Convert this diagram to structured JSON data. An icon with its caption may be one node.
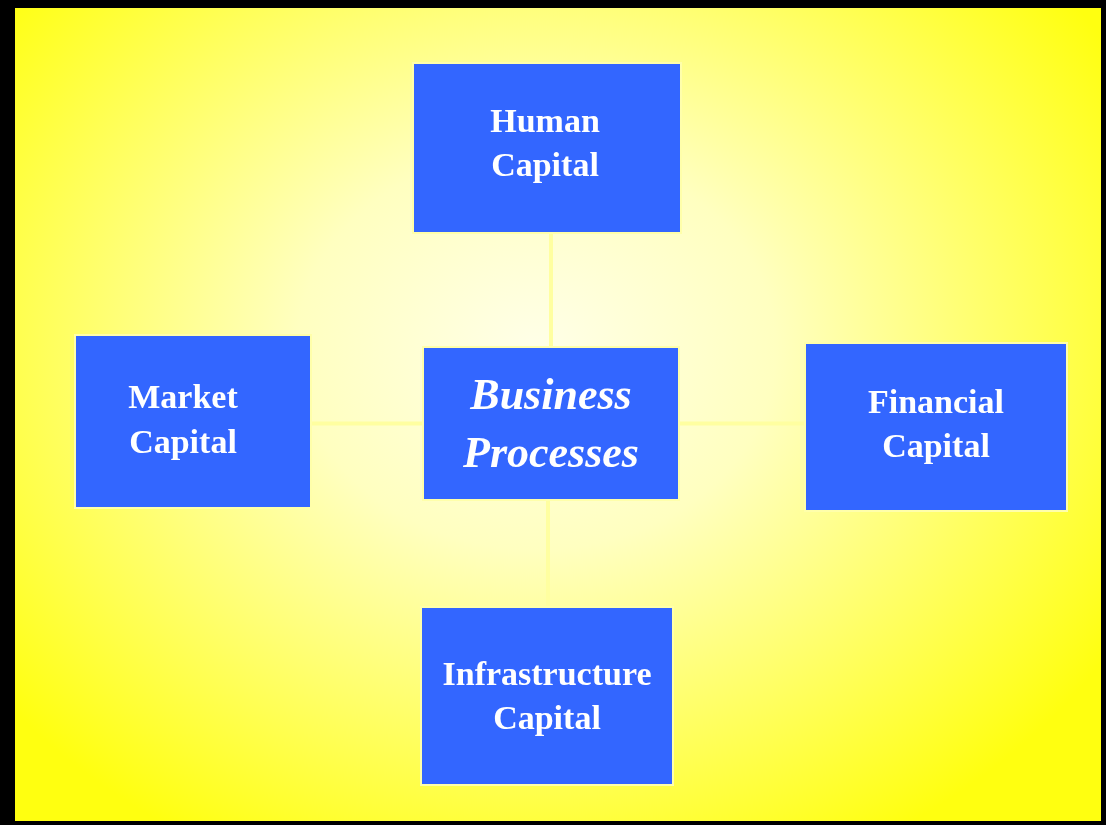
{
  "diagram": {
    "nodes": [
      {
        "text": [
          "Human Capital"
        ]
      },
      {
        "text": [
          "Market Capital"
        ]
      },
      {
        "text": [
          "Business Processes"
        ]
      },
      {
        "text": [
          "Financial Capital"
        ]
      },
      {
        "text": [
          "Infrastructure Capital"
        ]
      }
    ],
    "edges": [
      {
        "from": 2,
        "to": 0,
        "arrow": "none"
      },
      {
        "from": 2,
        "to": 1,
        "arrow": "none"
      },
      {
        "from": 2,
        "to": 3,
        "arrow": "none"
      },
      {
        "from": 2,
        "to": 4,
        "arrow": "none"
      }
    ]
  }
}
